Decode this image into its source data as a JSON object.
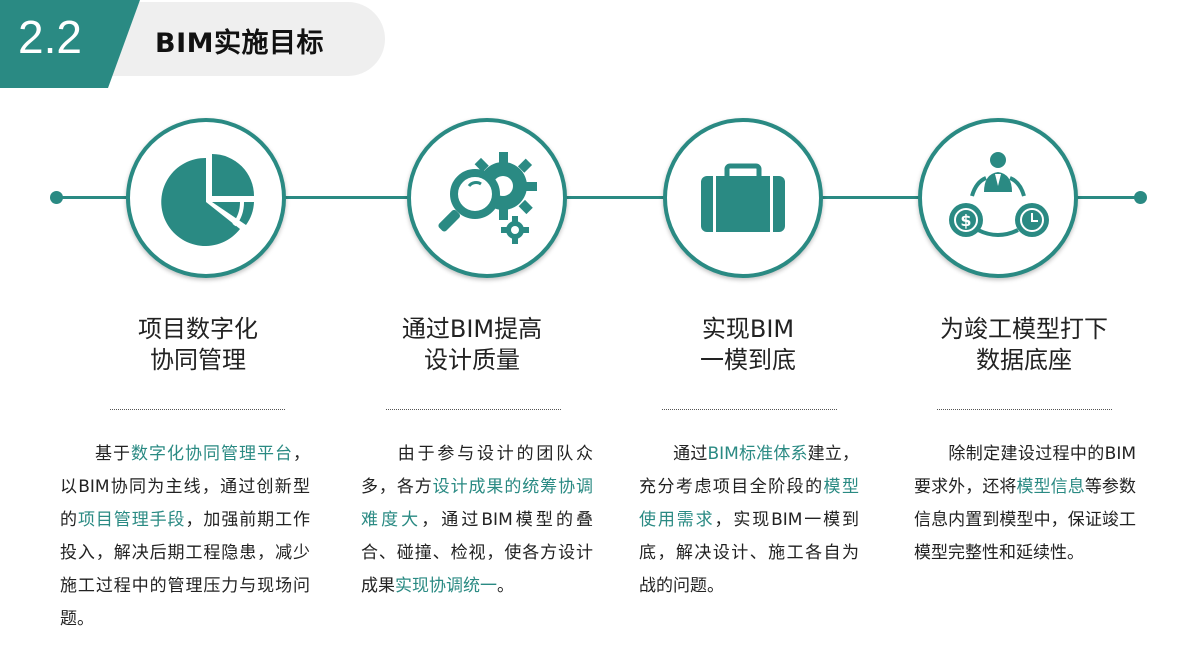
{
  "header": {
    "number": "2.2",
    "title": "BIM实施目标"
  },
  "colors": {
    "accent": "#2a8a83",
    "header_bg": "#efefef"
  },
  "items": [
    {
      "icon": "pie-chart-icon",
      "title_line1": "项目数字化",
      "title_line2": "协同管理",
      "body": [
        {
          "t": "基于",
          "hl": false
        },
        {
          "t": "数字化协同管理平台",
          "hl": true
        },
        {
          "t": "，以BIM协同为主线，通过创新型的",
          "hl": false
        },
        {
          "t": "项目管理手段",
          "hl": true
        },
        {
          "t": "，加强前期工作投入，解决后期工程隐患，减少施工过程中的管理压力与现场问题。",
          "hl": false
        }
      ]
    },
    {
      "icon": "gear-magnifier-icon",
      "title_line1": "通过BIM提高",
      "title_line2": "设计质量",
      "body": [
        {
          "t": "由于参与设计的团队众多，各方",
          "hl": false
        },
        {
          "t": "设计成果的统筹协调难度大",
          "hl": true
        },
        {
          "t": "，通过BIM模型的叠合、碰撞、检视，使各方设计成果",
          "hl": false
        },
        {
          "t": "实现协调统一",
          "hl": true
        },
        {
          "t": "。",
          "hl": false
        }
      ]
    },
    {
      "icon": "briefcase-icon",
      "title_line1": "实现BIM",
      "title_line2": "一模到底",
      "body": [
        {
          "t": "通过",
          "hl": false
        },
        {
          "t": "BIM标准体系",
          "hl": true
        },
        {
          "t": "建立，充分考虑项目全阶段的",
          "hl": false
        },
        {
          "t": "模型使用需求",
          "hl": true
        },
        {
          "t": "，实现BIM一模到底，解决设计、施工各自为战的问题。",
          "hl": false
        }
      ]
    },
    {
      "icon": "person-money-time-icon",
      "title_line1": "为竣工模型打下",
      "title_line2": "数据底座",
      "body": [
        {
          "t": "除制定建设过程中的BIM要求外，还将",
          "hl": false
        },
        {
          "t": "模型信息",
          "hl": true
        },
        {
          "t": "等参数信息内置到模型中，保证竣工模型完整性和延续性。",
          "hl": false
        }
      ]
    }
  ]
}
